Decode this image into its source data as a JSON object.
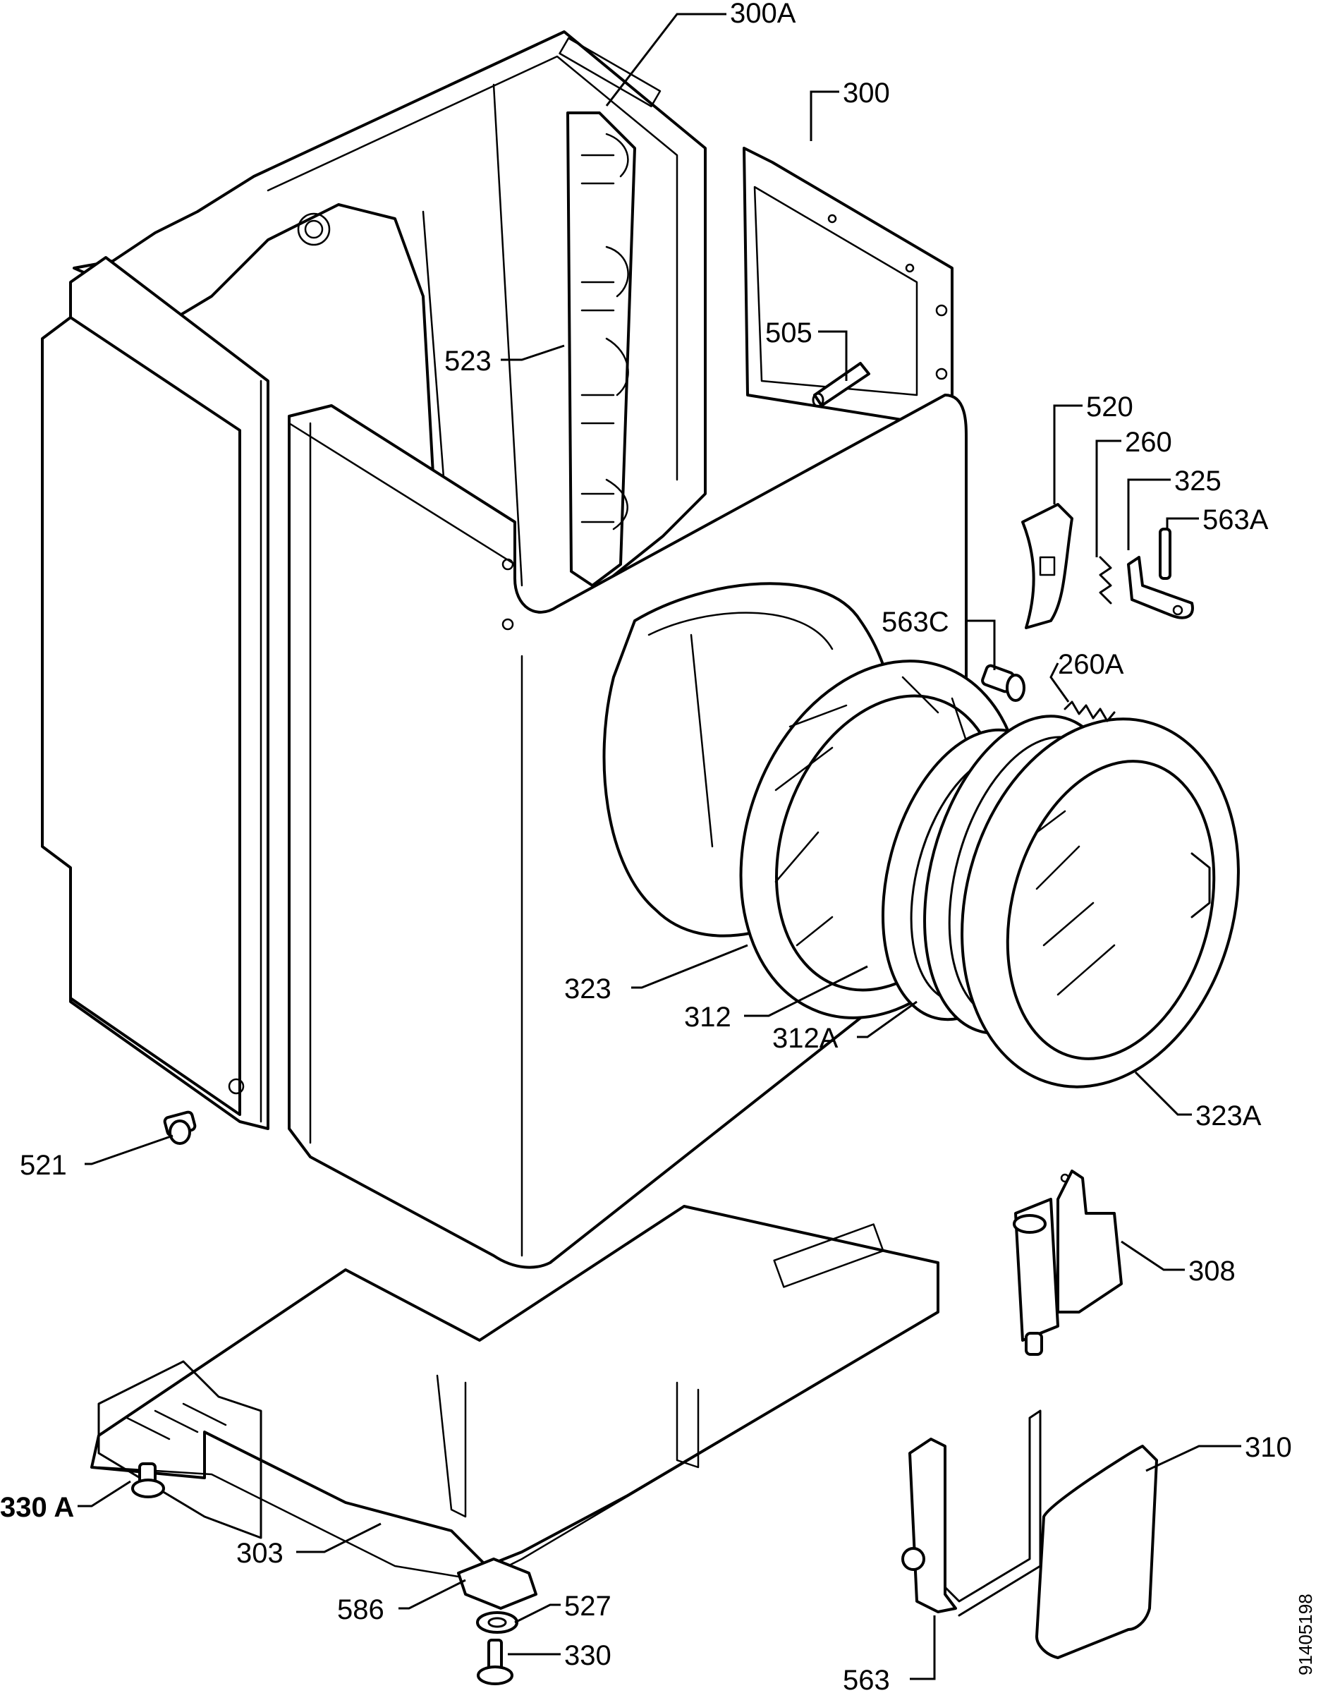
{
  "document_number": "91405198",
  "callouts": {
    "c300A": "300A",
    "c300": "300",
    "c523": "523",
    "c505": "505",
    "c520": "520",
    "c260": "260",
    "c325": "325",
    "c563A": "563A",
    "c563C": "563C",
    "c260A": "260A",
    "c323": "323",
    "c312": "312",
    "c312A": "312A",
    "c323A": "323A",
    "c521": "521",
    "c308": "308",
    "c310": "310",
    "c330A": "330 A",
    "c303": "303",
    "c586": "586",
    "c527": "527",
    "c330": "330",
    "c563": "563"
  }
}
